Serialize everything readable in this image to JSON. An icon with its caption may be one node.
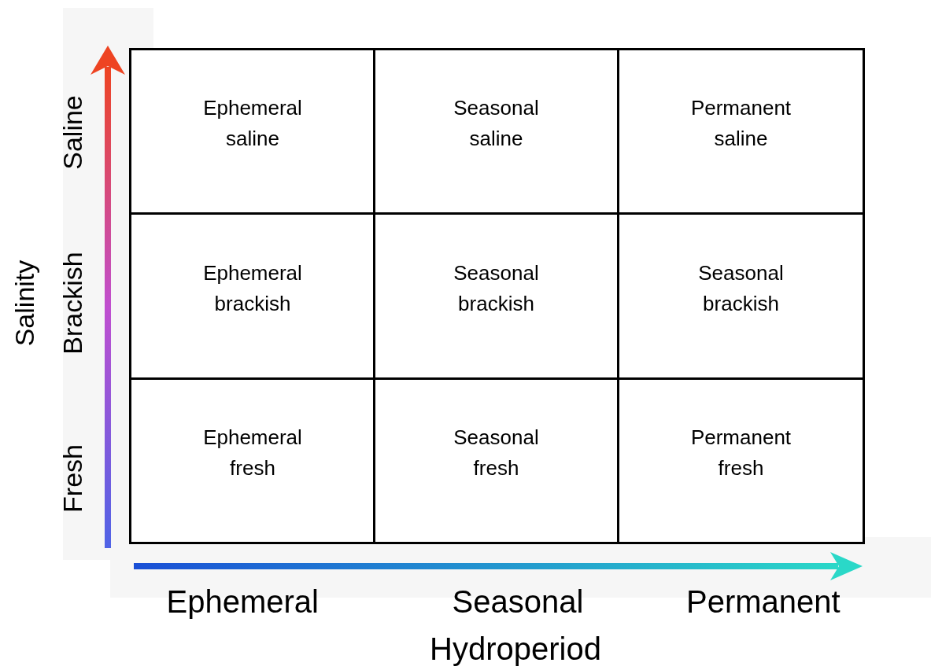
{
  "diagram": {
    "nodes": [
      {
        "text": [
          "Ephemeral saline"
        ]
      },
      {
        "text": [
          "Seasonal saline"
        ]
      },
      {
        "text": [
          "Permanent saline"
        ]
      },
      {
        "text": [
          "Ephemeral brackish"
        ]
      },
      {
        "text": [
          "Seasonal brackish"
        ]
      },
      {
        "text": [
          "Seasonal brackish"
        ]
      },
      {
        "text": [
          "Ephemeral fresh"
        ]
      },
      {
        "text": [
          "Seasonal fresh"
        ]
      },
      {
        "text": [
          "Permanent fresh"
        ]
      }
    ],
    "labels": [
      "Saline",
      "Brackish",
      "Fresh",
      "Salinity",
      "Ephemeral",
      "Seasonal",
      "Permanent",
      "Hydroperiod"
    ]
  }
}
